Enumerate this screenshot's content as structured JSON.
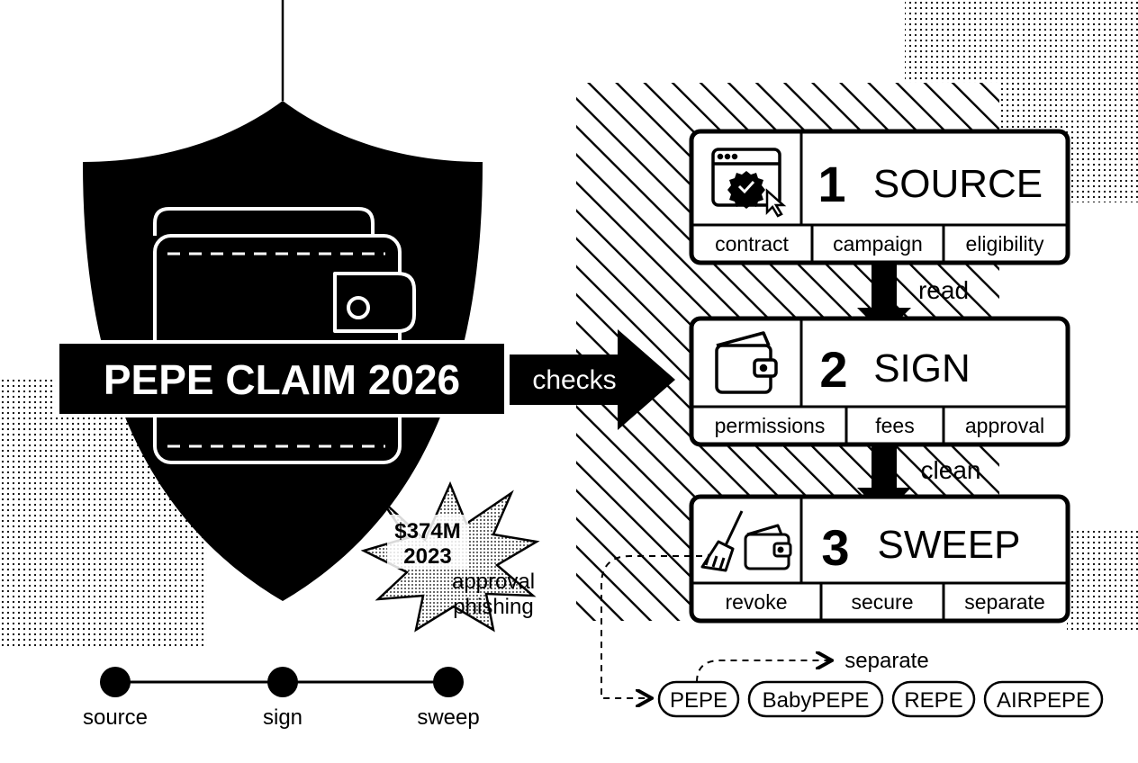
{
  "hero": {
    "title": "PEPE CLAIM 2026",
    "checks_label": "checks"
  },
  "stat_burst": {
    "amount": "$374M",
    "year": "2023",
    "caption_line1": "approval",
    "caption_line2": "phishing"
  },
  "steps": [
    {
      "number": "1",
      "title": "SOURCE",
      "icon": "verified-webpage-cursor-icon",
      "items": [
        "contract",
        "campaign",
        "eligibility"
      ]
    },
    {
      "number": "2",
      "title": "SIGN",
      "icon": "wallet-icon",
      "items": [
        "permissions",
        "fees",
        "approval"
      ]
    },
    {
      "number": "3",
      "title": "SWEEP",
      "icon": "broom-wallet-icon",
      "items": [
        "revoke",
        "secure",
        "separate"
      ]
    }
  ],
  "connectors": [
    "read",
    "clean"
  ],
  "tokens": {
    "separate_label": "separate",
    "items": [
      "PEPE",
      "BabyPEPE",
      "REPE",
      "AIRPEPE"
    ]
  },
  "timeline": {
    "points": [
      "source",
      "sign",
      "sweep"
    ]
  }
}
